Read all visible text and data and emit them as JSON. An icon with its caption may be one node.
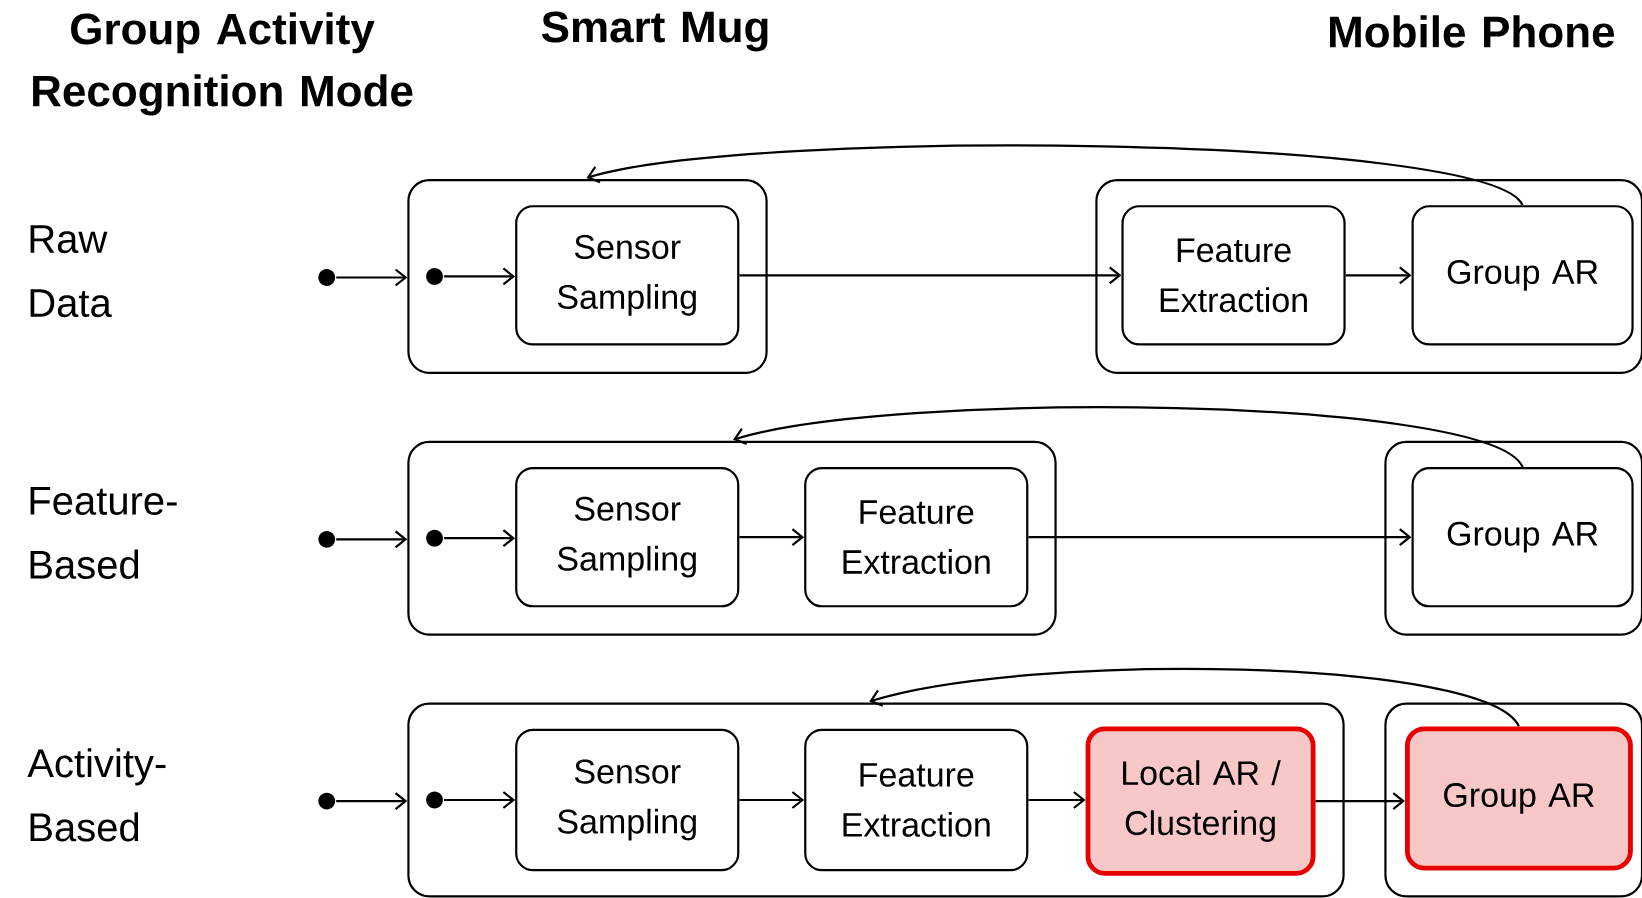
{
  "diagram": {
    "nodes": [
      {
        "text": [],
        "shape": "circle"
      },
      {
        "text": [],
        "shape": "box"
      },
      {
        "text": [],
        "shape": "circle",
        "in": 1
      },
      {
        "text": [
          "Sensor Sampling"
        ],
        "in": 1
      },
      {
        "text": [],
        "shape": "box"
      },
      {
        "text": [
          "Feature Extraction"
        ],
        "in": 4
      },
      {
        "text": [
          "Group AR"
        ],
        "in": 4
      },
      {
        "text": [],
        "shape": "circle"
      },
      {
        "text": [],
        "shape": "box"
      },
      {
        "text": [],
        "shape": "circle",
        "in": 8
      },
      {
        "text": [
          "Sensor Sampling"
        ],
        "in": 8
      },
      {
        "text": [
          "Feature Extraction"
        ],
        "in": 8
      },
      {
        "text": [],
        "shape": "box"
      },
      {
        "text": [
          "Group AR"
        ],
        "in": 12
      },
      {
        "text": [],
        "shape": "circle"
      },
      {
        "text": [],
        "shape": "box"
      },
      {
        "text": [],
        "shape": "circle",
        "in": 15
      },
      {
        "text": [
          "Sensor Sampling"
        ],
        "in": 15
      },
      {
        "text": [
          "Feature Extraction"
        ],
        "in": 15
      },
      {
        "text": [
          "Local AR / Clustering"
        ],
        "in": 15
      },
      {
        "text": [],
        "shape": "box"
      },
      {
        "text": [
          "Group AR"
        ],
        "in": 20
      }
    ],
    "edges": [
      {
        "from": 0,
        "to": 1,
        "arrow": "to"
      },
      {
        "from": 2,
        "to": 3,
        "arrow": "to"
      },
      {
        "from": 3,
        "to": 5,
        "arrow": "to"
      },
      {
        "from": 5,
        "to": 6,
        "arrow": "to"
      },
      {
        "from": 6,
        "to": 1,
        "arrow": "to"
      },
      {
        "from": 7,
        "to": 8,
        "arrow": "to"
      },
      {
        "from": 9,
        "to": 10,
        "arrow": "to"
      },
      {
        "from": 10,
        "to": 11,
        "arrow": "to"
      },
      {
        "from": 11,
        "to": 13,
        "arrow": "to"
      },
      {
        "from": 13,
        "to": 8,
        "arrow": "to"
      },
      {
        "from": 14,
        "to": 15,
        "arrow": "to"
      },
      {
        "from": 16,
        "to": 17,
        "arrow": "to"
      },
      {
        "from": 17,
        "to": 18,
        "arrow": "to"
      },
      {
        "from": 18,
        "to": 19,
        "arrow": "to"
      },
      {
        "from": 19,
        "to": 21,
        "arrow": "to"
      },
      {
        "from": 21,
        "to": 15,
        "arrow": "to"
      }
    ],
    "labels": [
      "Group Activity Recognition Mode",
      "Smart Mug",
      "Mobile Phone",
      "Raw Data",
      "Feature-Based",
      "Activity-Based"
    ]
  }
}
